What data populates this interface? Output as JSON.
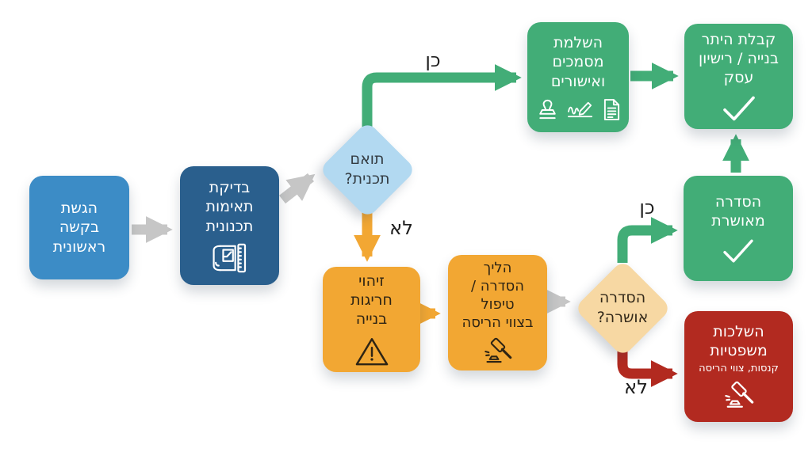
{
  "colors": {
    "blue_light": "#3C8CC6",
    "blue_dark": "#2A5F8D",
    "diamond_blue": "#B2D9F1",
    "green": "#42AD77",
    "orange": "#F2A733",
    "diamond_tan": "#F7D8A3",
    "red": "#B22A20",
    "arrow_gray": "#C6C6C6",
    "background": "#FFFFFF",
    "text_dark": "#2E2414"
  },
  "nodes": {
    "submit_request": {
      "label": "הגשת\nבקשה\nראשונית"
    },
    "compatibility_check": {
      "label": "בדיקת\nתאימות\nתכנונית",
      "icon": "blueprint-icon"
    },
    "matches_plan": {
      "label": "תואם\nתכנית?"
    },
    "complete_documents": {
      "label": "השלמת\nמסמכים\nואישורים",
      "icons": [
        "document-icon",
        "signature-icon",
        "stamp-icon"
      ]
    },
    "receive_permit": {
      "label": "קבלת היתר\nבנייה / רישיון\nעסק",
      "icon": "checkmark-icon"
    },
    "identify_violations": {
      "label": "זיהוי\nחריגות\nבנייה",
      "icon": "warning-icon"
    },
    "regulation_process": {
      "label": "הליך\nהסדרה /\nטיפול\nבצווי הריסה",
      "icon": "gavel-icon"
    },
    "regulation_approved_q": {
      "label": "הסדרה\nאושרה?"
    },
    "regulation_approved": {
      "label": "הסדרה\nמאושרת",
      "icon": "checkmark-icon"
    },
    "legal_consequences": {
      "label": "השלכות\nמשפטיות",
      "sublabel": "קנסות, צווי הריסה",
      "icon": "gavel-icon"
    }
  },
  "edges": {
    "yes_1": "כן",
    "no_1": "לא",
    "yes_2": "כן",
    "no_2": "לא"
  }
}
